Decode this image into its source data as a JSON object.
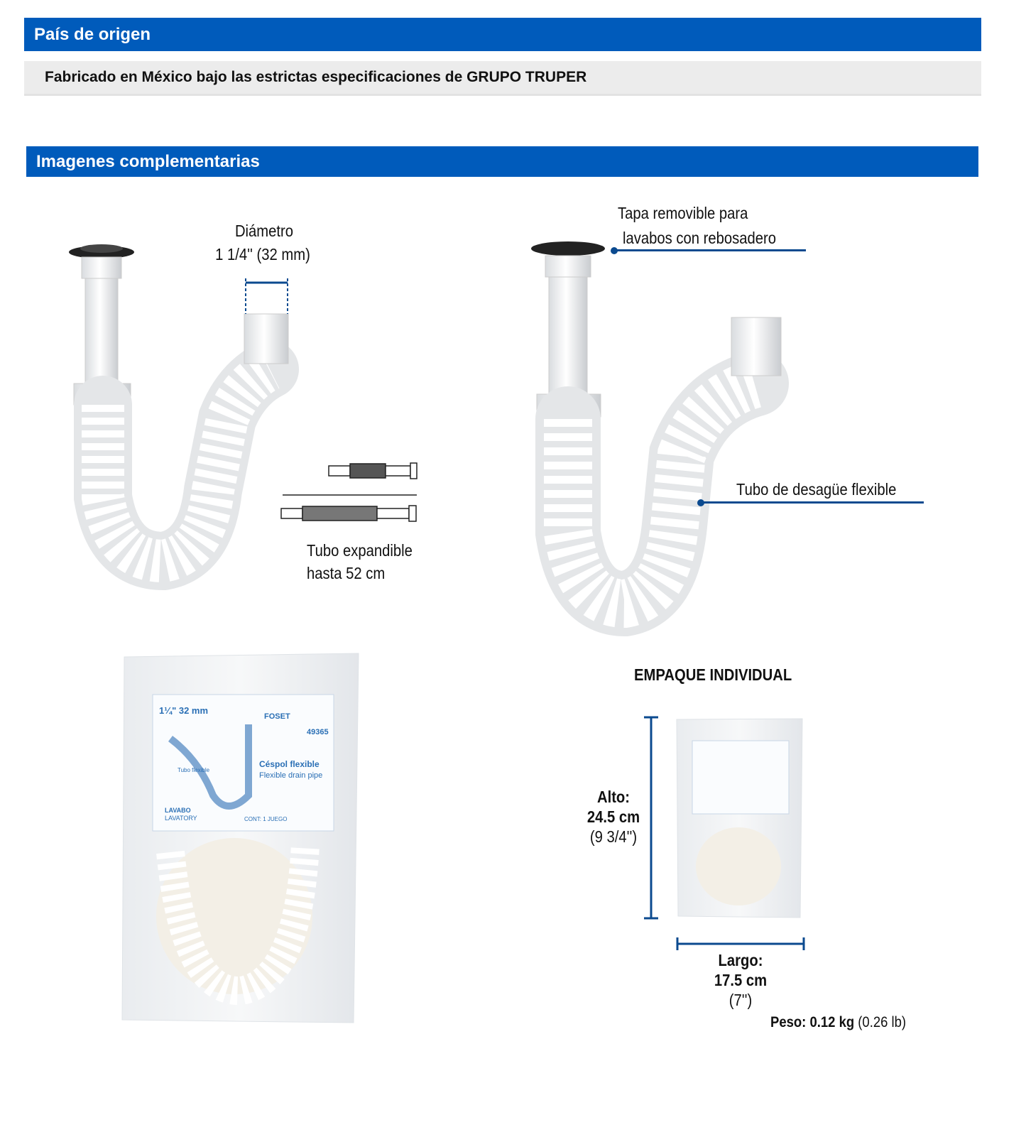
{
  "origin": {
    "title": "País de origen",
    "text": "Fabricado en México bajo las estrictas especificaciones de GRUPO TRUPER"
  },
  "images": {
    "title": "Imagenes complementarias",
    "diameter": {
      "label": "Diámetro",
      "value": "1 1/4'' (32 mm)"
    },
    "expandable": {
      "line1": "Tubo expandible",
      "line2": "hasta 52 cm"
    },
    "cap": {
      "line1": "Tapa removible para",
      "line2": "lavabos con rebosadero"
    },
    "drain": {
      "label": "Tubo de desagüe flexible"
    },
    "package_label": {
      "size": "1¼\" 32 mm",
      "brand": "FOSET",
      "code": "49365",
      "name_es": "Céspol flexible",
      "name_en": "Flexible drain pipe",
      "use_es": "LAVABO",
      "use_en": "LAVATORY",
      "tube": "Tubo flexible",
      "contents": "CONT: 1 JUEGO"
    },
    "packaging": {
      "title": "EMPAQUE INDIVIDUAL",
      "height_label": "Alto:",
      "height_cm": "24.5 cm",
      "height_in": "(9 3/4'')",
      "length_label": "Largo:",
      "length_cm": "17.5 cm",
      "length_in": "(7'')",
      "weight_label": "Peso:",
      "weight_kg": "0.12 kg",
      "weight_lb": "(0.26 lb)"
    }
  },
  "colors": {
    "accent": "#005BBB",
    "band": "#ECECEC",
    "dimension_line": "#0B4A8F"
  }
}
